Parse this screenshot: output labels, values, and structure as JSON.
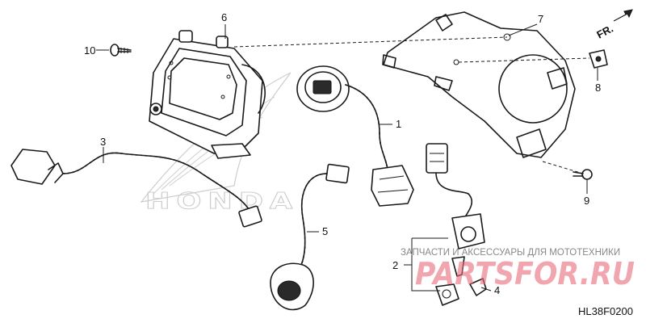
{
  "callouts": [
    {
      "number": "1",
      "part": "wiring-harness-1"
    },
    {
      "number": "2",
      "part": "ignition-switch-set"
    },
    {
      "number": "3",
      "part": "wiring-harness-3"
    },
    {
      "number": "4",
      "part": "clip"
    },
    {
      "number": "5",
      "part": "wiring-harness-5"
    },
    {
      "number": "6",
      "part": "meter-assembly"
    },
    {
      "number": "7",
      "part": "meter-bracket"
    },
    {
      "number": "8",
      "part": "clip-nut"
    },
    {
      "number": "9",
      "part": "bolt"
    },
    {
      "number": "10",
      "part": "screw"
    }
  ],
  "direction_label": "FR.",
  "diagram_code": "HL38F0200",
  "watermark": {
    "caption": "ЗАПЧАСТИ И АКСЕССУАРЫ ДЛЯ МОТОТЕХНИКИ",
    "site": "PARTSFOR.RU",
    "brand": "HONDA",
    "colors": {
      "site": "#e8697a",
      "caption": "#888888"
    }
  }
}
